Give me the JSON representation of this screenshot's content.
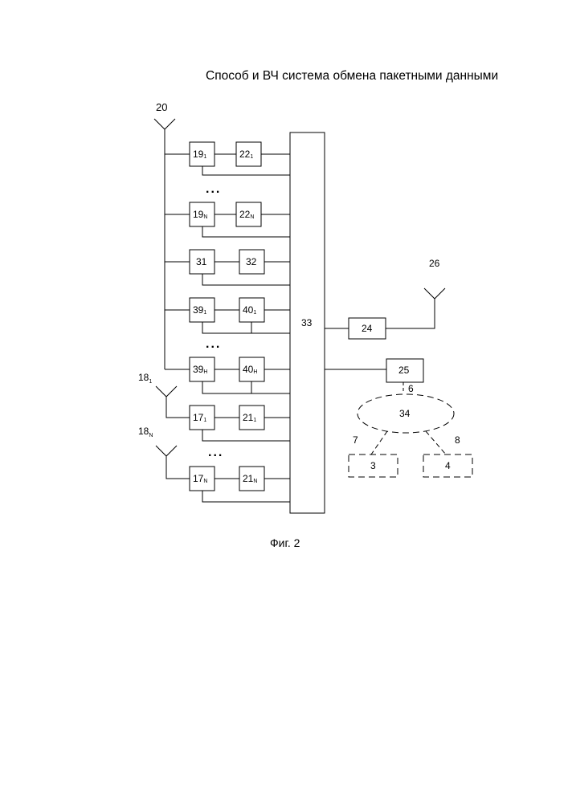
{
  "title": "Способ и ВЧ система обмена пакетными данными",
  "caption": "Фиг. 2",
  "ellipsis": "...",
  "antennas": {
    "a20": "20",
    "a26": "26",
    "a18_1": {
      "main": "18",
      "sub": "1"
    },
    "a18_n": {
      "main": "18",
      "sub": "N"
    }
  },
  "blocks": {
    "b19_1": {
      "main": "19",
      "sub": "1"
    },
    "b22_1": {
      "main": "22",
      "sub": "1"
    },
    "b19_n": {
      "main": "19",
      "sub": "N"
    },
    "b22_n": {
      "main": "22",
      "sub": "N"
    },
    "b31": "31",
    "b32": "32",
    "b39_1": {
      "main": "39",
      "sub": "1"
    },
    "b40_1": {
      "main": "40",
      "sub": "1"
    },
    "b39_h": {
      "main": "39",
      "sub": "H"
    },
    "b40_h": {
      "main": "40",
      "sub": "H"
    },
    "b17_1": {
      "main": "17",
      "sub": "1"
    },
    "b21_1": {
      "main": "21",
      "sub": "1"
    },
    "b17_n": {
      "main": "17",
      "sub": "N"
    },
    "b21_n": {
      "main": "21",
      "sub": "N"
    },
    "b33": "33",
    "b24": "24",
    "b25": "25",
    "b34": "34",
    "b3": "3",
    "b4": "4"
  },
  "links": {
    "l6": "6",
    "l7": "7",
    "l8": "8"
  }
}
